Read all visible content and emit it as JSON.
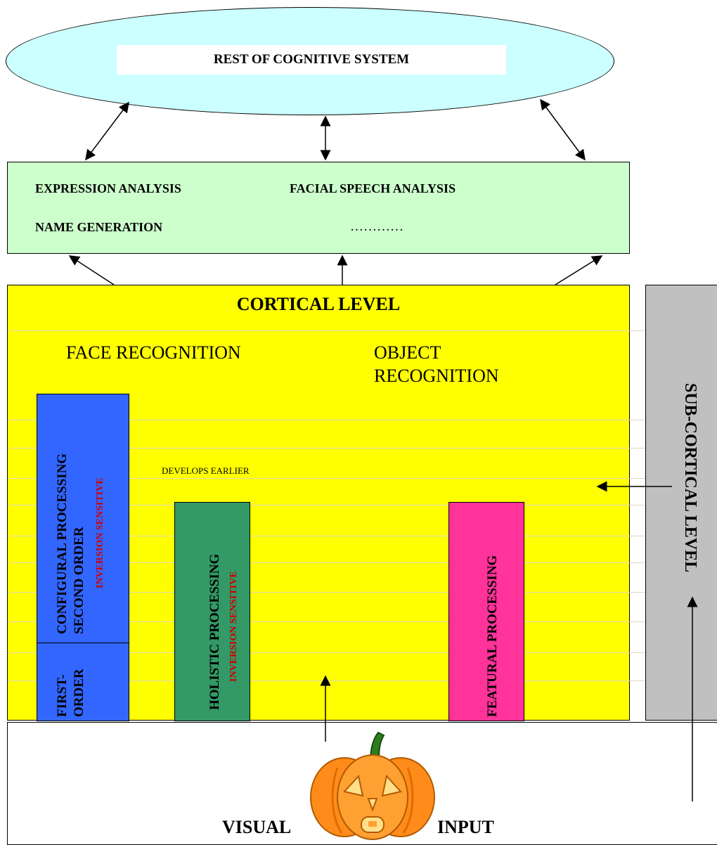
{
  "cognitive_system": {
    "label": "REST OF COGNITIVE SYSTEM"
  },
  "modules": {
    "expression": "EXPRESSION ANALYSIS",
    "facial_speech": "FACIAL SPEECH ANALYSIS",
    "name_generation": "NAME GENERATION",
    "ellipsis": "…………"
  },
  "cortical": {
    "title": "CORTICAL LEVEL",
    "face_recognition": "FACE RECOGNITION",
    "object_recognition_line1": "OBJECT",
    "object_recognition_line2": "RECOGNITION",
    "develops_earlier": "DEVELOPS EARLIER",
    "configural_line1": "CONFIGURAL PROCESSING",
    "configural_line2": "SECOND ORDER",
    "configural_sensitivity": "INVERSION SENSITIVE",
    "first_order_line1": "FIRST-",
    "first_order_line2": "ORDER",
    "holistic": "HOLISTIC PROCESSING",
    "holistic_sensitivity": "INVERSION SENSITIVE",
    "featural": "FEATURAL PROCESSING"
  },
  "subcortical": {
    "label": "SUB-CORTICAL LEVEL"
  },
  "input": {
    "visual": "VISUAL",
    "input": "INPUT"
  },
  "colors": {
    "ellipse_fill": "#ccffff",
    "module_fill": "#ccffcc",
    "cortical_fill": "#ffff00",
    "subcortical_fill": "#c0c0c0",
    "configural_fill": "#3366ff",
    "holistic_fill": "#339966",
    "featural_fill": "#ff3399",
    "sensitivity_text": "#cc0000",
    "pumpkin": "#ff8c1a"
  }
}
